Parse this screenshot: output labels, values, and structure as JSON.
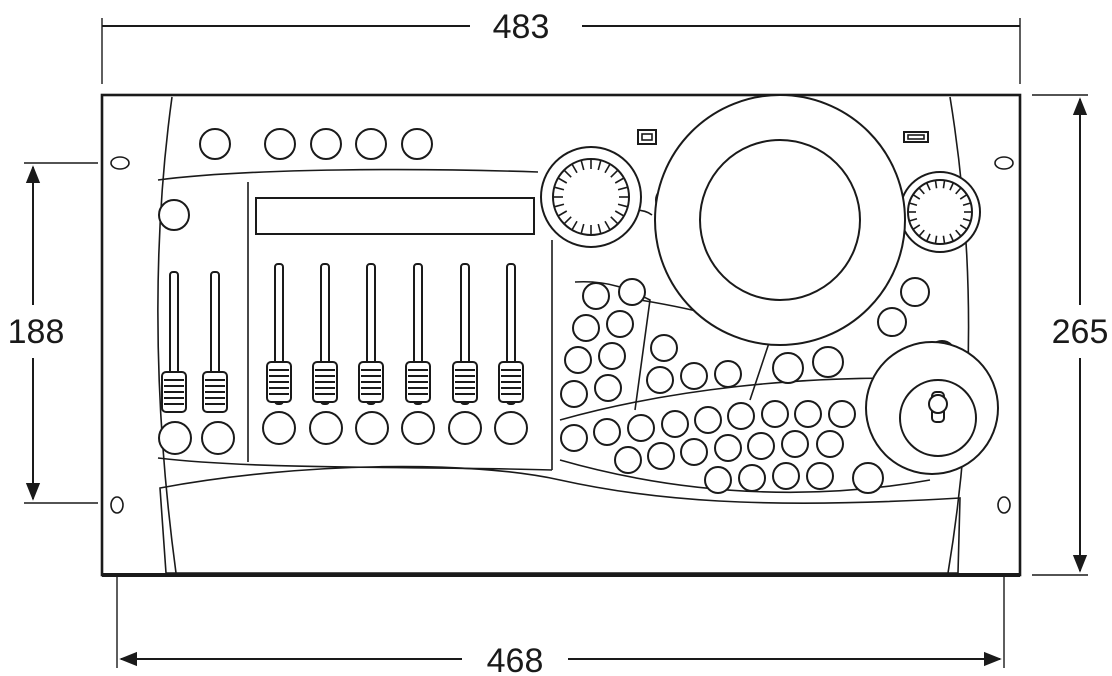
{
  "dimensions": {
    "overall_width": "483",
    "mounting_width": "468",
    "overall_height": "265",
    "mounting_height": "188"
  },
  "colors": {
    "line": "#1a1a1a",
    "background": "#ffffff"
  },
  "controls": {
    "top_buttons": 5,
    "small_faders": 2,
    "channel_faders": 6,
    "jog_wheels": 2
  }
}
